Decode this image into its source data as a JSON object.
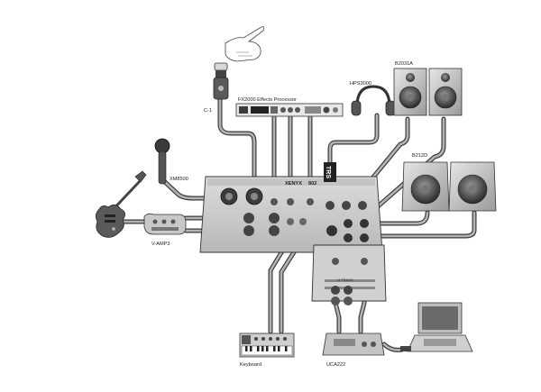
{
  "labels": {
    "effects_processor": "FX2000 Effects Processor",
    "condenser_mic": "C-1",
    "headphones": "HPS3000",
    "studio_monitors": "B2031A",
    "pa_speakers": "B212D",
    "vocal_mic": "XM8500",
    "guitar_amp_modeler": "V-AMP3",
    "keyboard": "Keyboard",
    "usb_interface": "UCA222",
    "headphone_plug": "TRS",
    "mixer_brand": "XENYX",
    "mixer_model": "802",
    "interface_tag": "U-TRACK"
  },
  "colors": {
    "cable_outline": "#3a3a3a",
    "cable_fill": "#b4b4b4",
    "device_dark": "#3c3c3c",
    "device_mid": "#8c8c8c",
    "device_light": "#d4d4d4"
  }
}
